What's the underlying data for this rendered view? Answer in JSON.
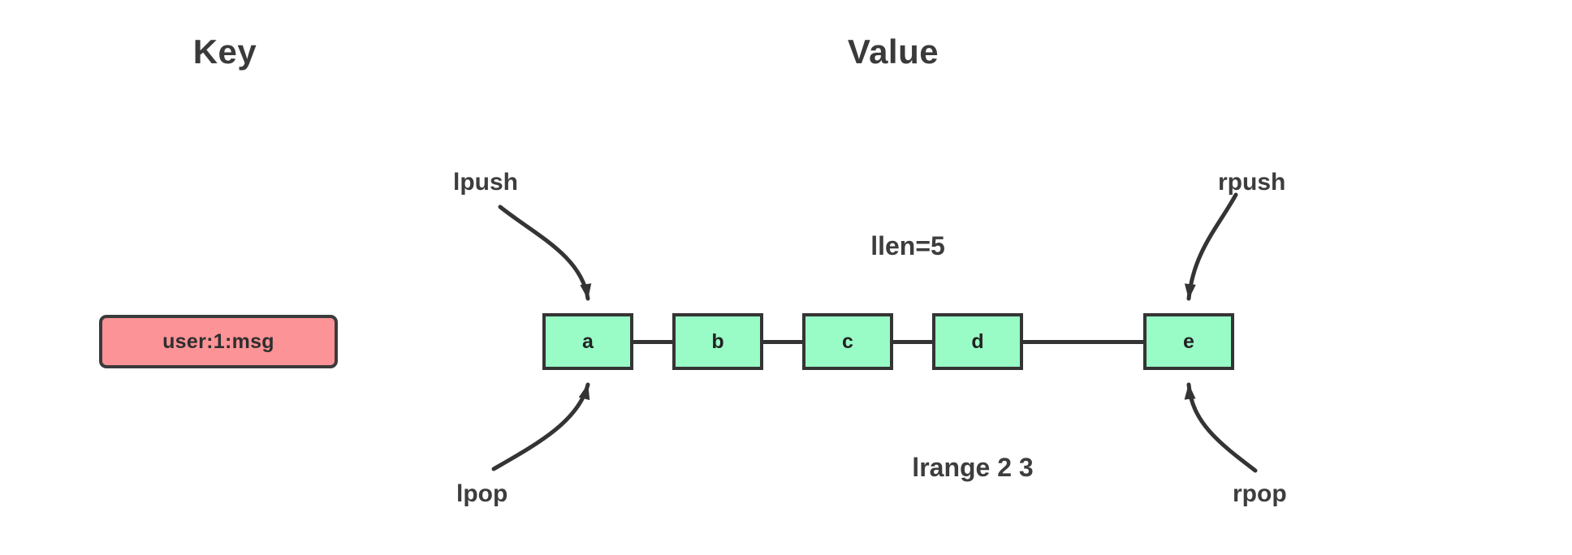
{
  "diagram": {
    "type": "redis-list-structure",
    "background": "#ffffff",
    "columns": {
      "key_title": "Key",
      "value_title": "Value"
    },
    "key": {
      "label": "user:1:msg",
      "fill": "#fb9397",
      "stroke": "#3b3b3b"
    },
    "list": {
      "fill": "#99fbc6",
      "stroke": "#343434",
      "nodes": [
        {
          "label": "a",
          "index": 0
        },
        {
          "label": "b",
          "index": 1
        },
        {
          "label": "c",
          "index": 2
        },
        {
          "label": "d",
          "index": 3
        },
        {
          "label": "e",
          "index": 4
        }
      ]
    },
    "operations": {
      "lpush": "lpush",
      "rpush": "rpush",
      "lpop": "lpop",
      "rpop": "rpop"
    },
    "annotations": {
      "llen": "llen=5",
      "lrange": "lrange 2 3"
    }
  }
}
